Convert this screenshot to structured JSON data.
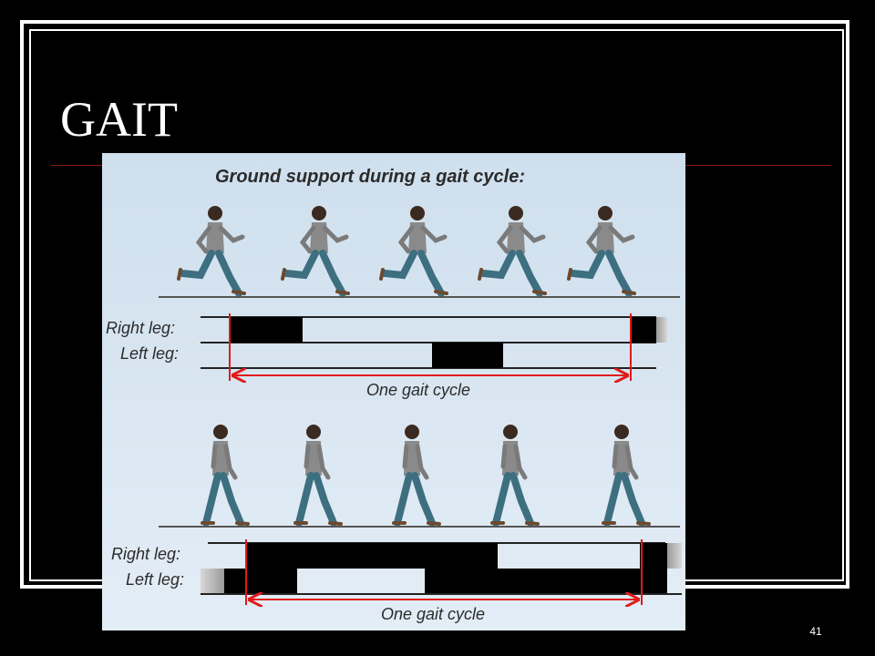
{
  "slide": {
    "title": "GAIT",
    "page_number": "41",
    "colors": {
      "background": "#000000",
      "frame": "#ffffff",
      "title_rule": "#8a1a12",
      "cycle_marker": "#e01b1b"
    }
  },
  "figure": {
    "heading": "Ground support during a gait cycle:",
    "running": {
      "figure_count": 5,
      "right_leg_label": "Right leg:",
      "left_leg_label": "Left leg:",
      "cycle_label": "One gait cycle"
    },
    "walking": {
      "figure_count": 5,
      "right_leg_label": "Right leg:",
      "left_leg_label": "Left leg:",
      "cycle_label": "One gait cycle"
    }
  }
}
